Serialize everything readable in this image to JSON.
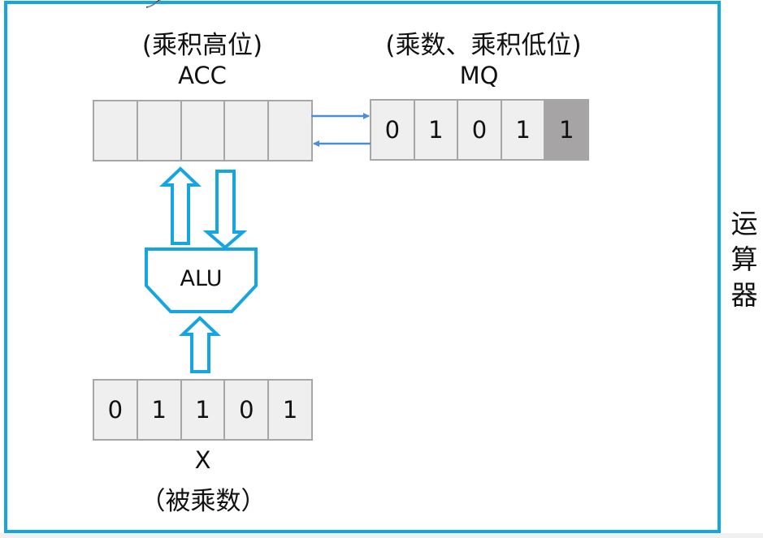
{
  "unit_label": "运算器",
  "colors": {
    "frame": "#16a5e3",
    "bus_arrow": "#4a8fd6",
    "alu_outline": "#16a5e3",
    "register_fill": "#efefef",
    "register_border": "#a6a6a6",
    "highlight_bit": "#a6a4a5"
  },
  "acc": {
    "name": "ACC",
    "role": "(乘积高位)",
    "bits": [
      "",
      "",
      "",
      "",
      ""
    ]
  },
  "mq": {
    "name": "MQ",
    "role": "(乘数、乘积低位)",
    "bits": [
      "0",
      "1",
      "0",
      "1",
      "1"
    ],
    "highlighted_bit_index": 4
  },
  "alu": {
    "name": "ALU"
  },
  "x": {
    "name": "X",
    "role": "（被乘数）",
    "bits": [
      "0",
      "1",
      "1",
      "0",
      "1"
    ]
  },
  "connections": [
    {
      "from": "ACC",
      "to": "MQ",
      "type": "thin-arrow"
    },
    {
      "from": "MQ",
      "to": "ACC",
      "type": "thin-arrow"
    },
    {
      "from": "ALU",
      "to": "ACC",
      "type": "hollow-arrow"
    },
    {
      "from": "ACC",
      "to": "ALU",
      "type": "hollow-arrow"
    },
    {
      "from": "X",
      "to": "ALU",
      "type": "hollow-arrow"
    }
  ]
}
